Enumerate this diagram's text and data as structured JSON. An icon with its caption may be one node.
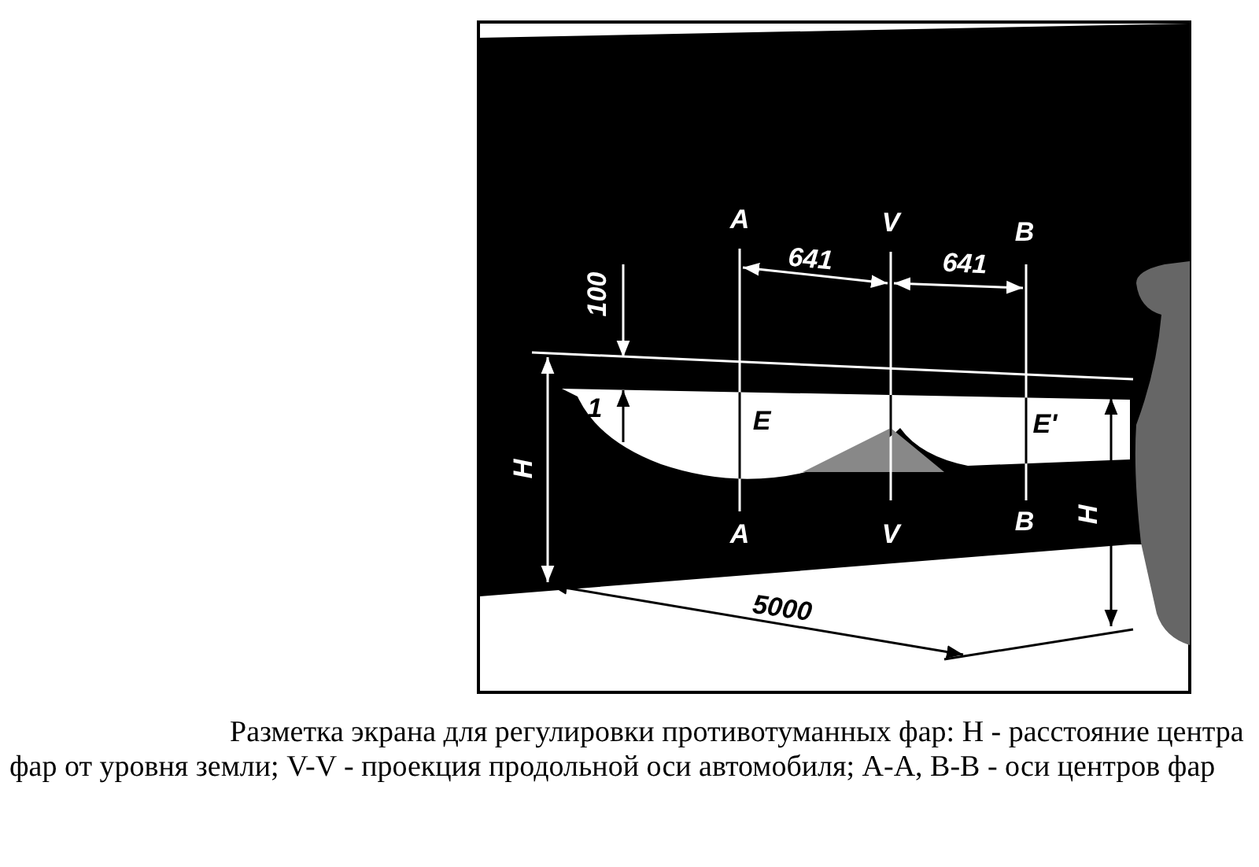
{
  "diagram": {
    "caption": "Разметка экрана для регулировки противотуманных фар: H - расстояние центра фар от уровня земли; V-V - проекция продольной оси автомобиля; A-A, B-B - оси центров фар",
    "labels": [
      "A",
      "V",
      "B",
      "641",
      "641",
      "100",
      "1",
      "E",
      "E'",
      "H",
      "H",
      "A",
      "V",
      "B",
      "5000"
    ]
  }
}
